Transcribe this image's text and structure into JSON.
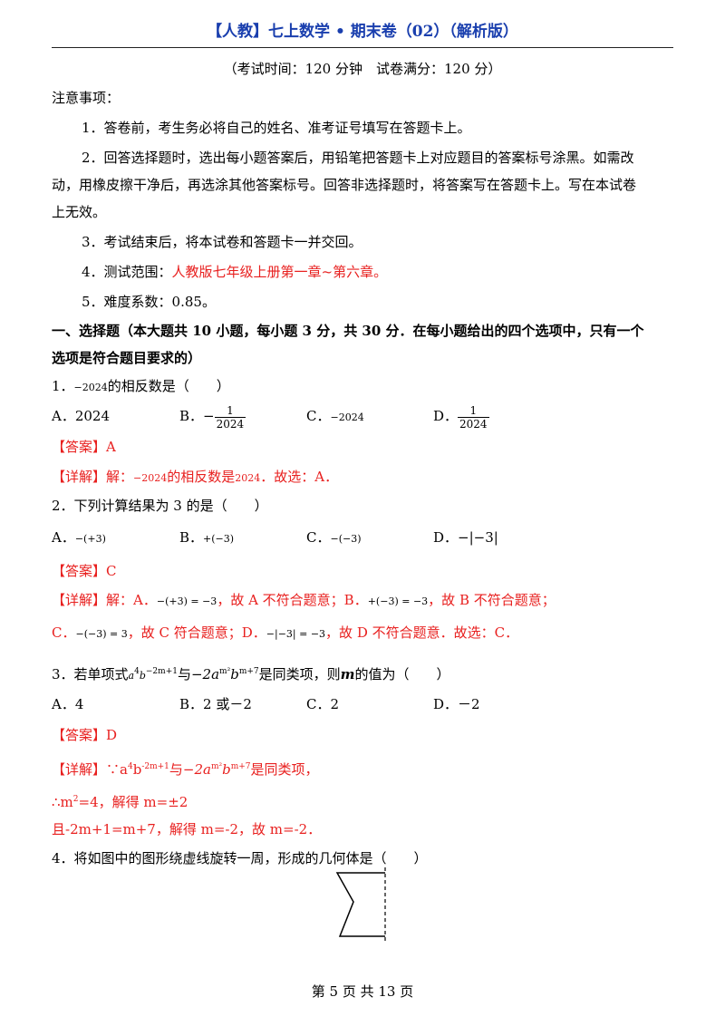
{
  "header": {
    "title": "【人教】七上数学 • 期末卷（02）（解析版）"
  },
  "exam_info": "（考试时间：120 分钟　试卷满分：120 分）",
  "notes": {
    "title": "注意事项：",
    "n1": "1．答卷前，考生务必将自己的姓名、准考证号填写在答题卡上。",
    "n2a": "2．回答选择题时，选出每小题答案后，用铅笔把答题卡上对应题目的答案标号涂黑。如需改",
    "n2b": "动，用橡皮擦干净后，再选涂其他答案标号。回答非选择题时，将答案写在答题卡上。写在本试卷",
    "n2c": "上无效。",
    "n3": "3．考试结束后，将本试卷和答题卡一并交回。",
    "n4_label": "4．测试范围：",
    "n4_range": "人教版七年级上册第一章~第六章。",
    "n5": "5．难度系数：0.85。"
  },
  "section1": {
    "line1": "一、选择题（本大题共 10 小题，每小题 3 分，共 30 分．在每小题给出的四个选项中，只有一个",
    "line2": "选项是符合题目要求的）"
  },
  "answer_label": "【答案】",
  "detail_label": "【详解】",
  "q1": {
    "stem_num": "1．",
    "stem_expr": "−2024",
    "stem_rest": "的相反数是（　　）",
    "a_label": "A．",
    "a_value": "2024",
    "b_label": "B．",
    "b_sign": "−",
    "b_num": "1",
    "b_den": "2024",
    "c_label": "C．",
    "c_value": "−2024",
    "d_label": "D．",
    "d_num": "1",
    "d_den": "2024",
    "answer": "A",
    "detail_a": "解：",
    "detail_b": "−2024",
    "detail_c": "的相反数是",
    "detail_d": "2024",
    "detail_e": "．故选：A．"
  },
  "q2": {
    "stem": "2．下列计算结果为 3 的是（　　）",
    "a_label": "A．",
    "a_value": "−(+3)",
    "b_label": "B．",
    "b_value": "+(−3)",
    "c_label": "C．",
    "c_value": "−(−3)",
    "d_label": "D．",
    "d_value": "−|−3|",
    "answer": "C",
    "detail1_a": "解：A．",
    "detail1_b": "−(+3) = −3",
    "detail1_c": "，故 A 不符合题意；B．",
    "detail1_d": "+(−3) = −3",
    "detail1_e": "，故 B 不符合题意；",
    "detail2_a": "C．",
    "detail2_b": "−(−3) = 3",
    "detail2_c": "，故 C 符合题意；D．",
    "detail2_d": "−|−3| = −3",
    "detail2_e": "，故 D 不符合题意．故选：C．"
  },
  "q3": {
    "stem_a": "3．若单项式",
    "stem_b": "a",
    "stem_b_sup": "4",
    "stem_c": "b",
    "stem_c_sup": "−2m+1",
    "stem_d": "与",
    "stem_e": "−2a",
    "stem_e_sup": "m²",
    "stem_f": "b",
    "stem_f_sup": "m+7",
    "stem_g": "是同类项，则",
    "stem_m": "m",
    "stem_h": "的值为（　　）",
    "a_label": "A．",
    "a_value": "4",
    "b_label": "B．",
    "b_value": "2 或－2",
    "c_label": "C．",
    "c_value": "2",
    "d_label": "D．",
    "d_value": "－2",
    "answer": "D",
    "detail1_a": "∵a",
    "detail1_a_sup": "4",
    "detail1_b": "b",
    "detail1_b_sup": "-2m+1",
    "detail1_c": "与",
    "detail1_d": "−2a",
    "detail1_d_sup": "m²",
    "detail1_e": "b",
    "detail1_e_sup": "m+7",
    "detail1_f": "是同类项，",
    "detail2_a": "∴m",
    "detail2_a_sup": "2",
    "detail2_b": "=4，解得 m=±2",
    "detail3": "且-2m+1=m+7，解得 m=-2，故 m=-2．"
  },
  "q4": {
    "stem": "4．将如图中的图形绕虚线旋转一周，形成的几何体是（　　）"
  },
  "footer": "第 5 页 共 13 页"
}
